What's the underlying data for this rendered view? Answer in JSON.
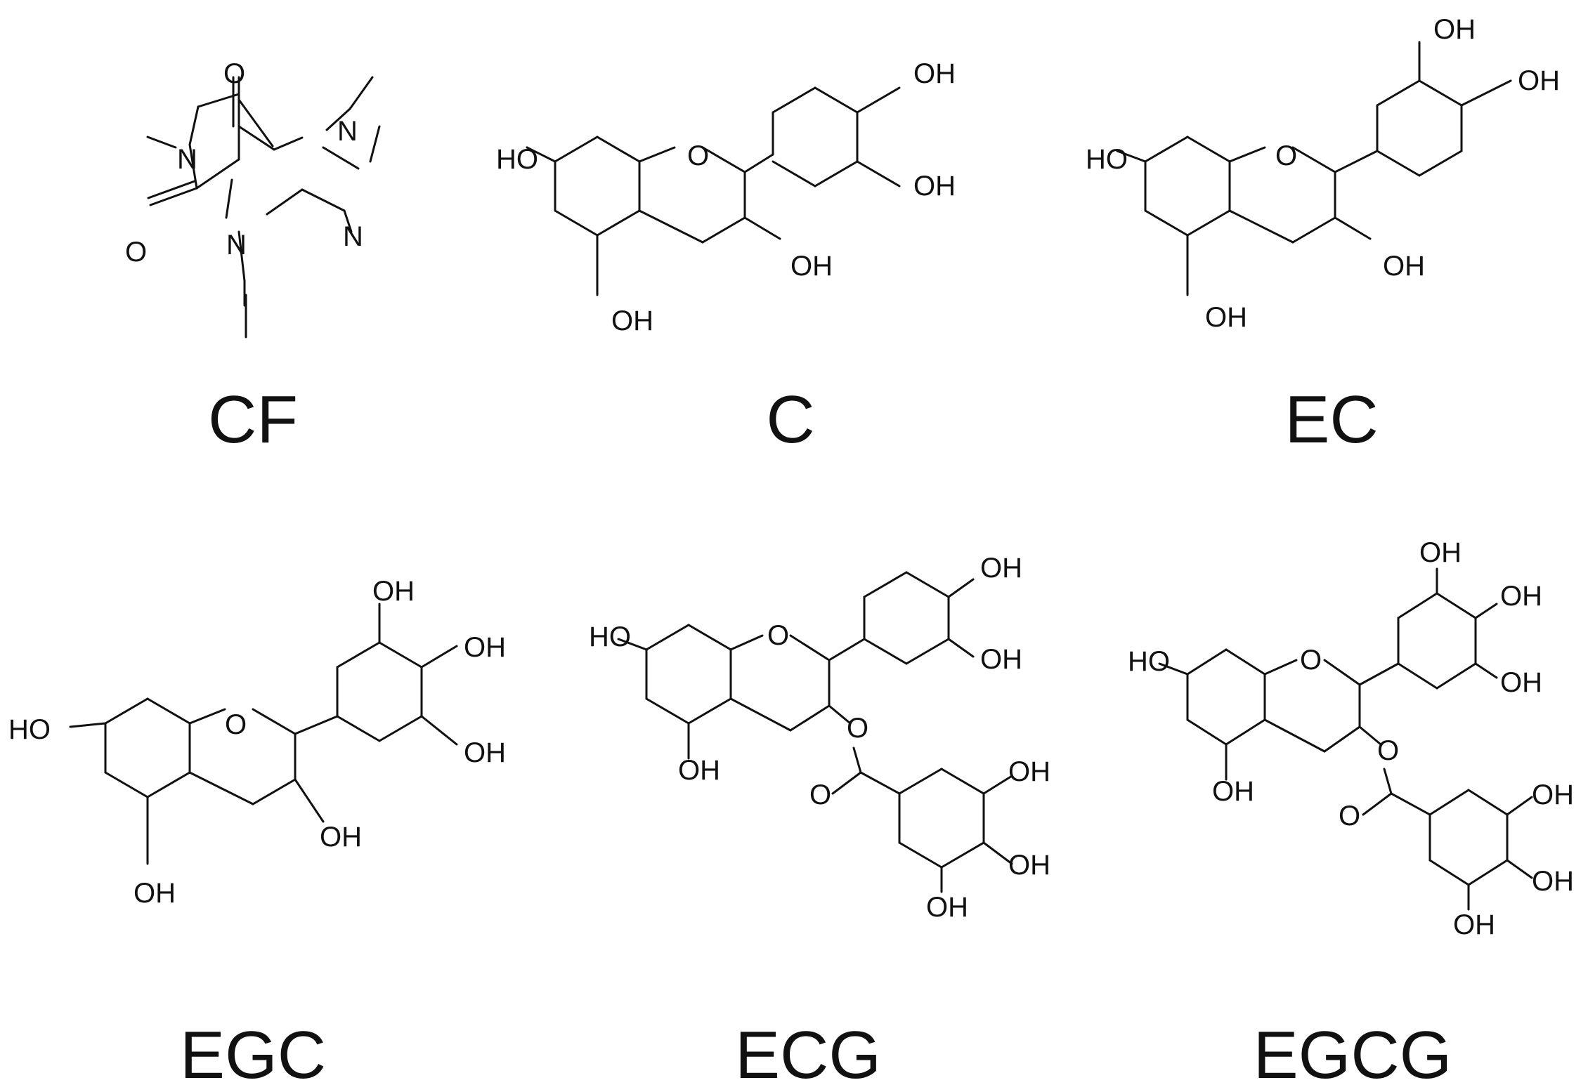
{
  "figure": {
    "molecules": [
      {
        "name": "CF",
        "atoms": [
          "O",
          "N",
          "N",
          "O",
          "N",
          "N"
        ]
      },
      {
        "name": "C",
        "atoms": [
          "OH",
          "OH",
          "HO",
          "O",
          "OH",
          "OH"
        ]
      },
      {
        "name": "EC",
        "atoms": [
          "OH",
          "OH",
          "HO",
          "O",
          "OH",
          "OH"
        ]
      },
      {
        "name": "EGC",
        "atoms": [
          "OH",
          "OH",
          "OH",
          "HO",
          "O",
          "OH",
          "OH"
        ]
      },
      {
        "name": "ECG",
        "atoms": [
          "OH",
          "OH",
          "HO",
          "O",
          "O",
          "OH",
          "O",
          "OH",
          "OH",
          "OH"
        ]
      },
      {
        "name": "EGCG",
        "atoms": [
          "OH",
          "OH",
          "OH",
          "HO",
          "O",
          "O",
          "OH",
          "O",
          "OH",
          "OH",
          "OH"
        ]
      }
    ]
  }
}
